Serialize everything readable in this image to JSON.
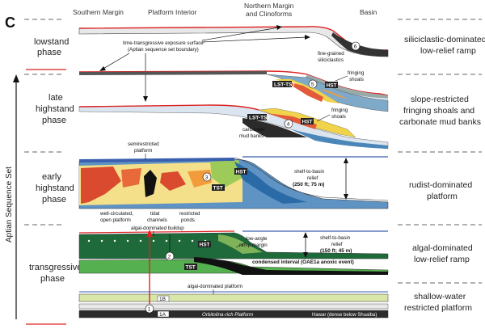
{
  "panel_letter": "C",
  "headers": {
    "southern_margin": "Southern Margin",
    "platform_interior": "Platform Interior",
    "northern_margin_l1": "Northern Margin",
    "northern_margin_l2": "and Clinoforms",
    "basin": "Basin"
  },
  "axis_label": "Aptian Sequence Set",
  "phases": [
    {
      "l1": "lowstand",
      "l2": "phase",
      "l3": ""
    },
    {
      "l1": "late",
      "l2": "highstand",
      "l3": "phase"
    },
    {
      "l1": "early",
      "l2": "highstand",
      "l3": "phase"
    },
    {
      "l1": "transgressive",
      "l2": "phase",
      "l3": ""
    }
  ],
  "right_labels": [
    {
      "l1": "siliciclastic-dominated",
      "l2": "low-relief ramp",
      "l3": ""
    },
    {
      "l1": "slope-restricted",
      "l2": "fringing shoals and",
      "l3": "carbonate mud banks"
    },
    {
      "l1": "rudist-dominated",
      "l2": "platform",
      "l3": ""
    },
    {
      "l1": "algal-dominated",
      "l2": "low-relief ramp",
      "l3": ""
    },
    {
      "l1": "shallow-water",
      "l2": "restricted platform",
      "l3": ""
    }
  ],
  "annotations": {
    "exposure_l1": "time-transgressive exposure surface",
    "exposure_l2": "(Aptian sequence set boundary)",
    "siliciclastics_l1": "fine-grained",
    "siliciclastics_l2": "siliciclastics",
    "fringing_shoals_a_l1": "fringing",
    "fringing_shoals_a_l2": "shoals",
    "fringing_shoals_b_l1": "fringing",
    "fringing_shoals_b_l2": "shoals",
    "carbonate_mud_banks_l1": "carbonate",
    "carbonate_mud_banks_l2": "mud banks",
    "semirestricted_l1": "semirestricted",
    "semirestricted_l2": "platform",
    "shelf_basin_250_l1": "shelf-to-basin",
    "shelf_basin_250_l2": "relief",
    "shelf_basin_250_l3": "(250 ft; 75 m)",
    "well_circulated_l1": "well-circulated,",
    "well_circulated_l2": "open platform",
    "tidal_channels_l1": "tidal",
    "tidal_channels_l2": "channels",
    "restricted_ponds_l1": "restricted",
    "restricted_ponds_l2": "ponds",
    "algal_buildup": "algal-dominated buildup",
    "low_angle_l1": "low-angle",
    "low_angle_l2": "ramp margin",
    "shelf_basin_150_l1": "shelf-to-basin",
    "shelf_basin_150_l2": "relief",
    "shelf_basin_150_l3": "(150 ft; 45 m)",
    "condensed": "condensed interval (OAE1a anoxic event)",
    "algal_platform": "algal-dominated platform",
    "orbitolina": "Orbitolina-rich Platform",
    "hawar": "Hawar (dense below Shuaiba)"
  },
  "tags": {
    "lst_tst_a": "LST-TST",
    "hst_a": "HST",
    "lst_tst_b": "LST-TST",
    "hst_b": "HST",
    "hst_c": "HST",
    "tst_c": "TST",
    "hst_d": "HST",
    "tst_d": "TST",
    "unit_1b": "1B",
    "unit_1a": "1A"
  },
  "circled_numbers": [
    "1",
    "2",
    "3",
    "4",
    "5",
    "6"
  ]
}
